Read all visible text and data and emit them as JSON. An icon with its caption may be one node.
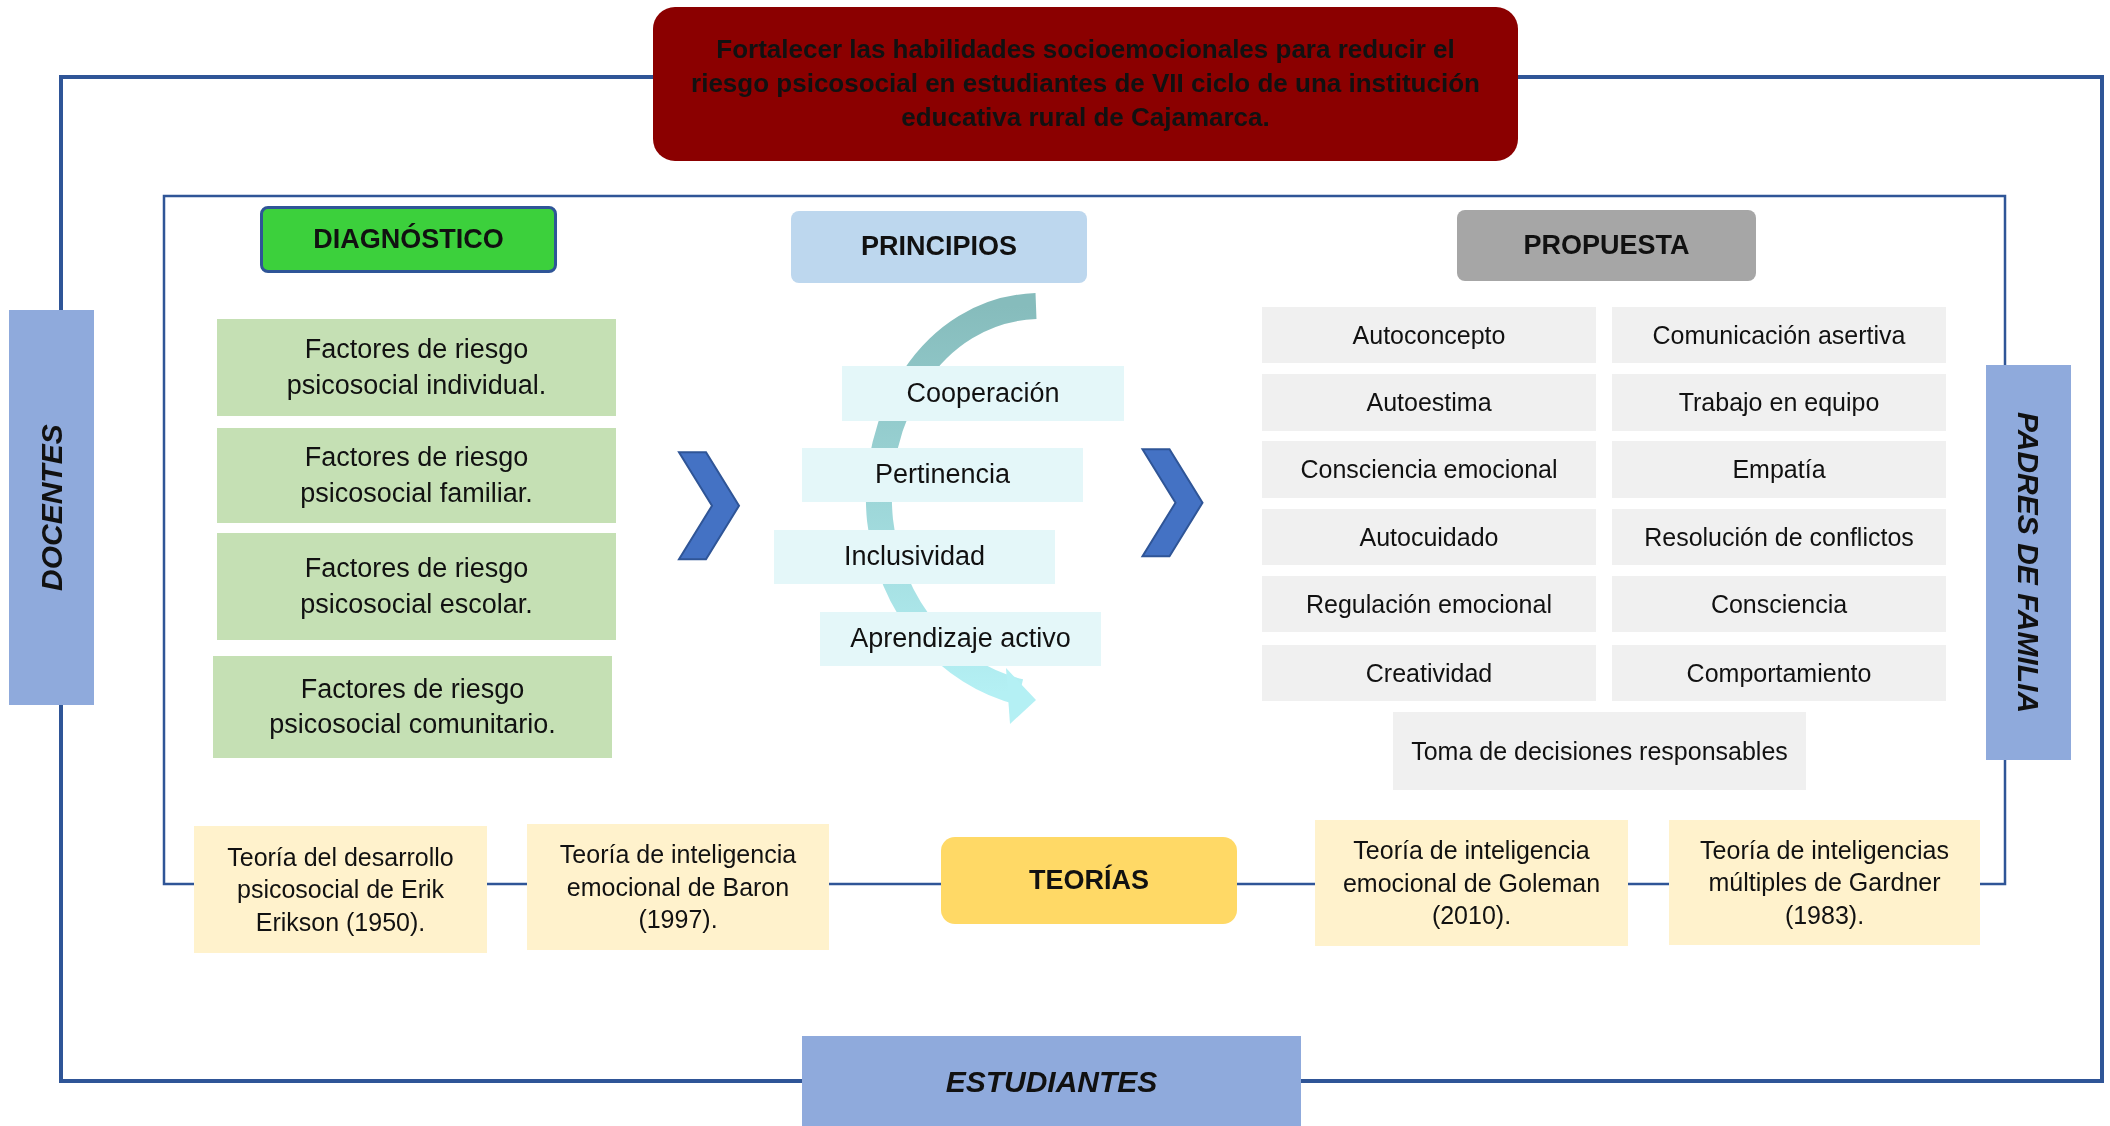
{
  "diagram": {
    "nodes": [
      {
        "text": [
          "Fortalecer las habilidades socioemocionales para reducir el riesgo psicosocial en estudiantes de VII ciclo de una institución educativa rural de Cajamarca."
        ]
      },
      {
        "text": [
          "DOCENTES"
        ]
      },
      {
        "text": [
          "PADRES DE FAMILIA"
        ]
      },
      {
        "text": [
          "ESTUDIANTES"
        ]
      },
      {
        "text": [
          "DIAGNÓSTICO"
        ]
      },
      {
        "text": [
          "Factores de riesgo psicosocial individual."
        ]
      },
      {
        "text": [
          "Factores de riesgo psicosocial familiar."
        ]
      },
      {
        "text": [
          "Factores de riesgo psicosocial escolar."
        ]
      },
      {
        "text": [
          "Factores de riesgo psicosocial comunitario."
        ]
      },
      {
        "text": [
          "PRINCIPIOS"
        ]
      },
      {
        "text": [
          "Cooperación"
        ]
      },
      {
        "text": [
          "Pertinencia"
        ]
      },
      {
        "text": [
          "Inclusividad"
        ]
      },
      {
        "text": [
          "Aprendizaje activo"
        ]
      },
      {
        "text": [
          "PROPUESTA"
        ]
      },
      {
        "text": [
          "Autoconcepto"
        ]
      },
      {
        "text": [
          "Comunicación asertiva"
        ]
      },
      {
        "text": [
          "Autoestima"
        ]
      },
      {
        "text": [
          "Trabajo en equipo"
        ]
      },
      {
        "text": [
          "Consciencia emocional"
        ]
      },
      {
        "text": [
          "Empatía"
        ]
      },
      {
        "text": [
          "Autocuidado"
        ]
      },
      {
        "text": [
          "Resolución de conflictos"
        ]
      },
      {
        "text": [
          "Regulación emocional"
        ]
      },
      {
        "text": [
          "Consciencia"
        ]
      },
      {
        "text": [
          "Creatividad"
        ]
      },
      {
        "text": [
          "Comportamiento"
        ]
      },
      {
        "text": [
          "Toma de decisiones responsables"
        ]
      },
      {
        "text": [
          "Teoría del desarrollo psicosocial de Erik Erikson (1950)."
        ]
      },
      {
        "text": [
          "Teoría de inteligencia emocional de Baron (1997)."
        ]
      },
      {
        "text": [
          "TEORÍAS"
        ]
      },
      {
        "text": [
          "Teoría de inteligencia emocional de Goleman (2010)."
        ]
      },
      {
        "text": [
          "Teoría de inteligencias múltiples de Gardner (1983)."
        ]
      }
    ],
    "edges": [
      {
        "from": 6,
        "to": 11,
        "arrow": "to"
      },
      {
        "from": 11,
        "to": 19,
        "arrow": "to"
      }
    ]
  }
}
